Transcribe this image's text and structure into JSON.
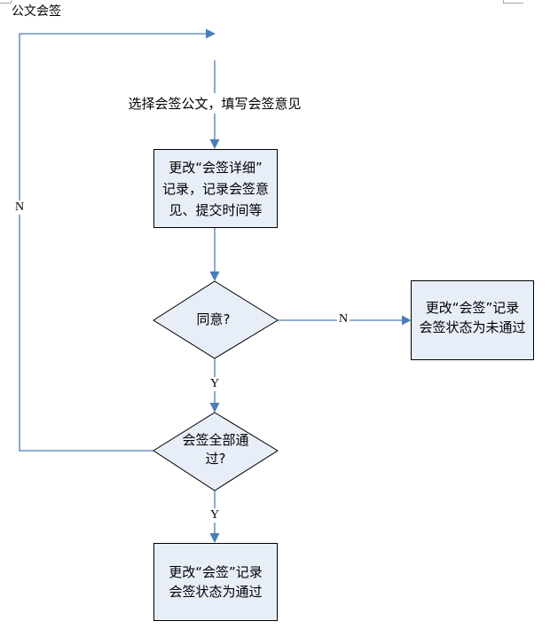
{
  "document": {
    "title": "公文会签"
  },
  "colors": {
    "connector": "#4a7ebb",
    "shape_fill": "#e8eef8",
    "shape_border": "#000000"
  },
  "flowchart": {
    "entry_label": "选择会签公文，填写会签意见",
    "nodes": {
      "update_detail": {
        "type": "process",
        "lines": [
          "更改“会签详细”",
          "记录，记录会签意",
          "见、提交时间等"
        ]
      },
      "agree_decision": {
        "type": "decision",
        "lines": [
          "同意?"
        ]
      },
      "reject_record": {
        "type": "process",
        "lines": [
          "更改“会签”记录",
          "会签状态为未通过"
        ]
      },
      "all_passed_decision": {
        "type": "decision",
        "lines": [
          "会签全部通",
          "过?"
        ]
      },
      "pass_record": {
        "type": "process",
        "lines": [
          "更改“会签”记录",
          "会签状态为通过"
        ]
      }
    },
    "edges": {
      "agree_no": {
        "from": "agree_decision",
        "to": "reject_record",
        "label": "N"
      },
      "agree_yes": {
        "from": "agree_decision",
        "to": "all_passed_decision",
        "label": "Y"
      },
      "all_passed_yes": {
        "from": "all_passed_decision",
        "to": "pass_record",
        "label": "Y"
      },
      "all_passed_no": {
        "from": "all_passed_decision",
        "to": "entry",
        "label": "N"
      }
    }
  }
}
